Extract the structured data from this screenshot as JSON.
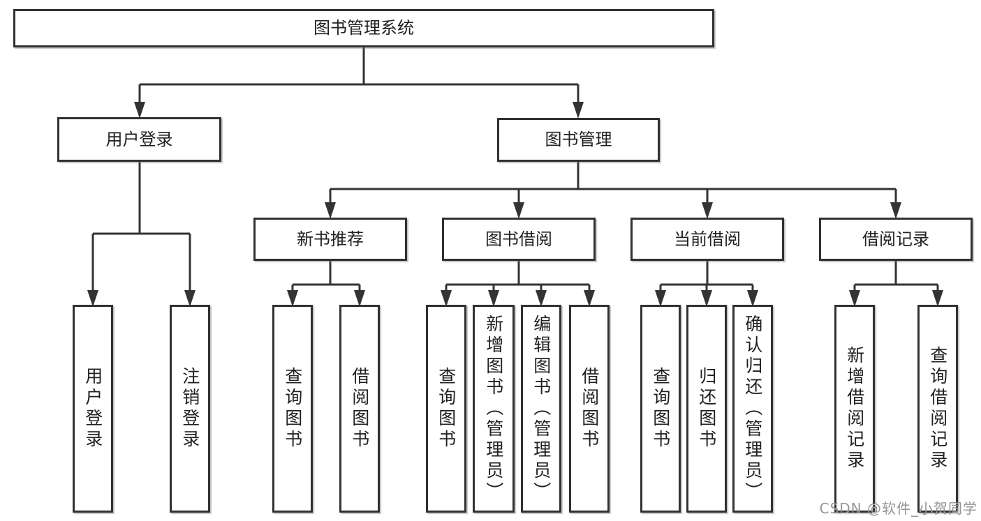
{
  "tree": {
    "root": {
      "label": "图书管理系统"
    },
    "branches": [
      {
        "label": "用户登录",
        "children": [
          {
            "label": "用户登录"
          },
          {
            "label": "注销登录"
          }
        ]
      },
      {
        "label": "图书管理",
        "children": [
          {
            "label": "新书推荐",
            "children": [
              {
                "label": "查询图书"
              },
              {
                "label": "借阅图书"
              }
            ]
          },
          {
            "label": "图书借阅",
            "children": [
              {
                "label": "查询图书"
              },
              {
                "label": "新增图书（管理员）"
              },
              {
                "label": "编辑图书（管理员）"
              },
              {
                "label": "借阅图书"
              }
            ]
          },
          {
            "label": "当前借阅",
            "children": [
              {
                "label": "查询图书"
              },
              {
                "label": "归还图书"
              },
              {
                "label": "确认归还（管理员）"
              }
            ]
          },
          {
            "label": "借阅记录",
            "children": [
              {
                "label": "新增借阅记录"
              },
              {
                "label": "查询借阅记录"
              }
            ]
          }
        ]
      }
    ]
  },
  "watermark": {
    "text": "CSDN @软件_小贺同学"
  },
  "colors": {
    "line": "#333333",
    "box_border": "#313131",
    "box_fill": "#ffffff",
    "text": "#212121",
    "watermark": "#7a7a7a",
    "background": "#ffffff"
  }
}
